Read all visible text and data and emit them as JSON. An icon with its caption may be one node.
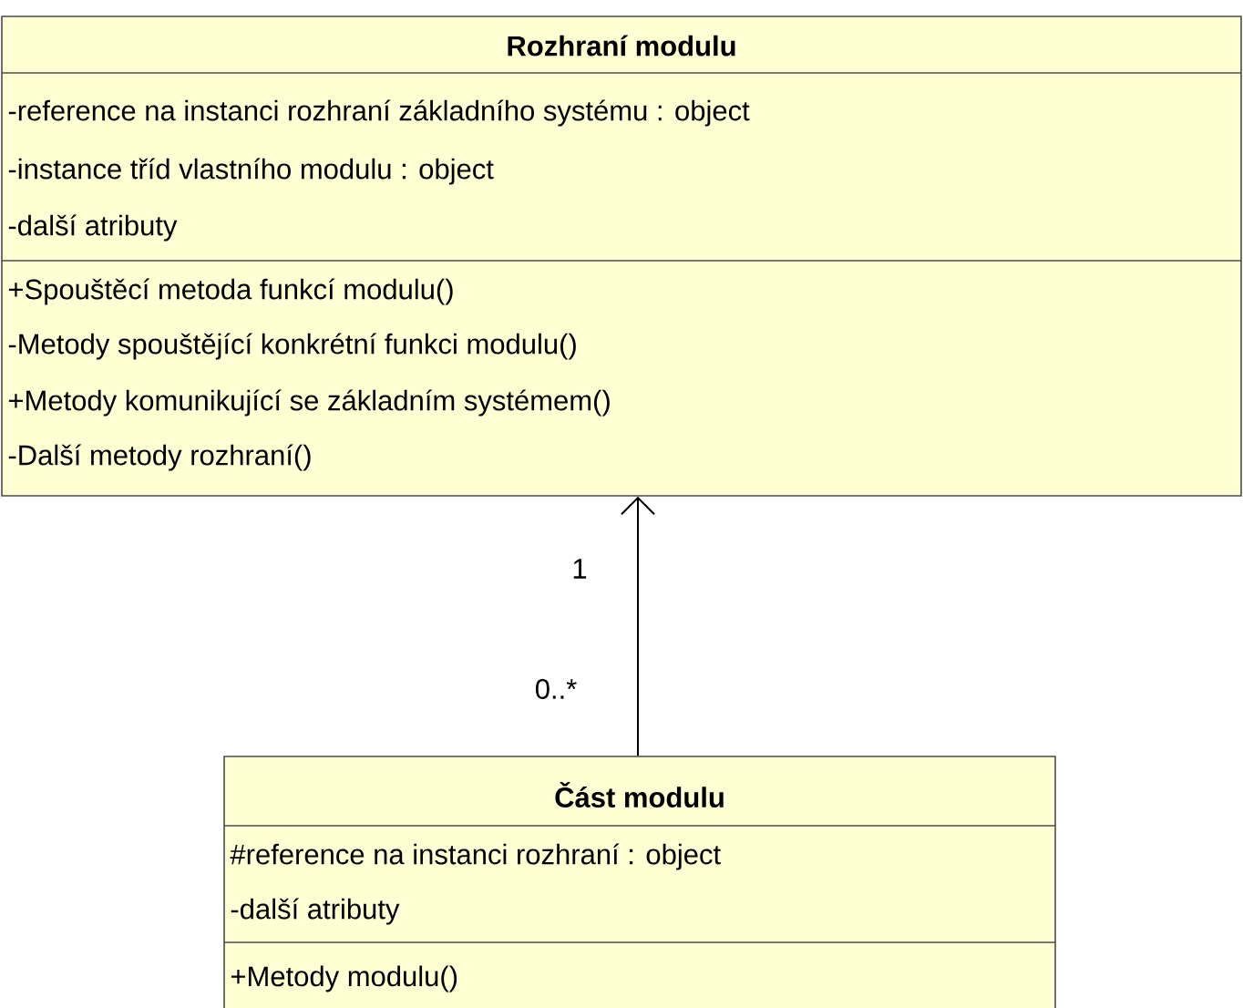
{
  "diagram": {
    "nodes": [
      {
        "text": [
          "Rozhraní modulu",
          "-reference na instanci rozhraní základního systému : object",
          "-instance tříd vlastního modulu : object",
          "-další atributy",
          "+Spouštěcí metoda funkcí modulu()",
          "-Metody spouštějící konkrétní funkci modulu()",
          "+Metody komunikující se základním systémem()",
          "-Další metody rozhraní()"
        ]
      },
      {
        "text": [
          "Část modulu",
          "#reference na instanci rozhraní : object",
          "-další atributy",
          "+Metody modulu()"
        ]
      }
    ],
    "edges": [
      {
        "from": 1,
        "to": 0,
        "arrow": "to"
      }
    ],
    "labels": [
      "1",
      "0..*"
    ]
  }
}
